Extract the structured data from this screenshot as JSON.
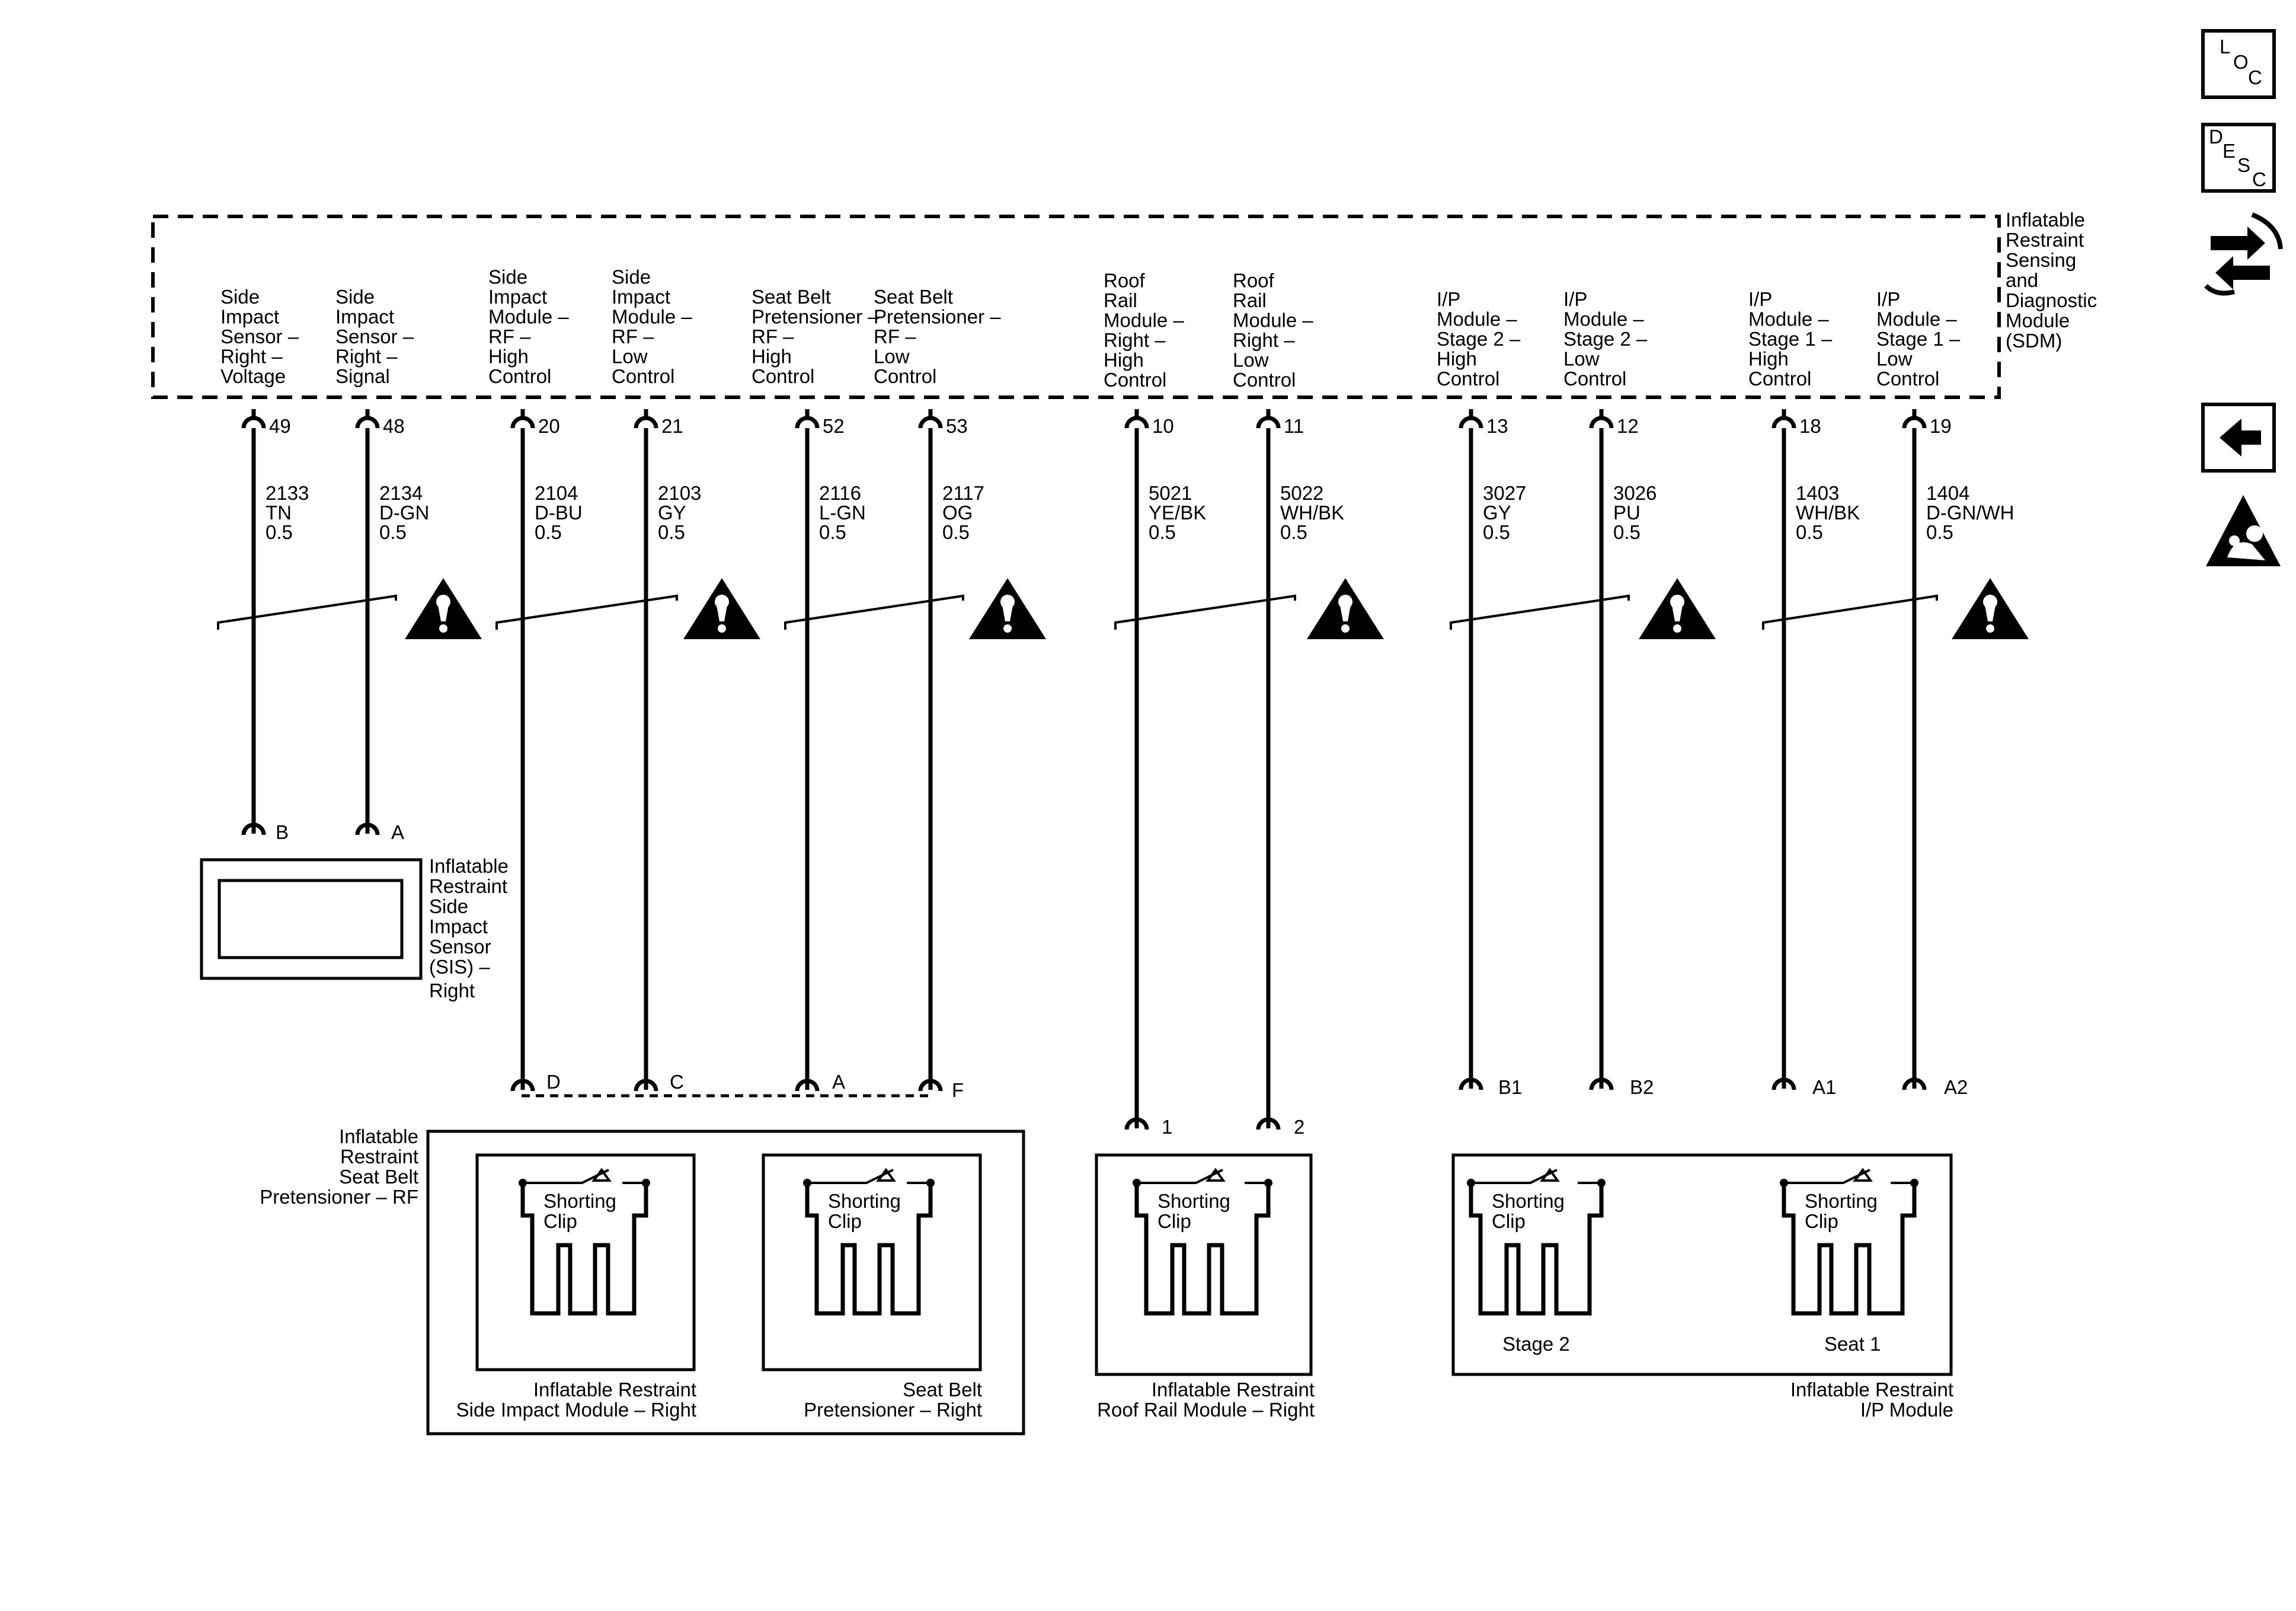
{
  "sdm": {
    "name_lines": [
      "Inflatable",
      "Restraint",
      "Sensing",
      "and",
      "Diagnostic",
      "Module",
      "(SDM)"
    ],
    "pins": [
      {
        "label": [
          "Side",
          "Impact",
          "Sensor –",
          "Right –",
          "Voltage"
        ],
        "pin": "49",
        "circuit": "2133",
        "color": "TN",
        "gauge": "0.5"
      },
      {
        "label": [
          "Side",
          "Impact",
          "Sensor –",
          "Right –",
          "Signal"
        ],
        "pin": "48",
        "circuit": "2134",
        "color": "D-GN",
        "gauge": "0.5"
      },
      {
        "label": [
          "Side",
          "Impact",
          "Module –",
          "RF –",
          "High",
          "Control"
        ],
        "pin": "20",
        "circuit": "2104",
        "color": "D-BU",
        "gauge": "0.5"
      },
      {
        "label": [
          "Side",
          "Impact",
          "Module –",
          "RF –",
          "Low",
          "Control"
        ],
        "pin": "21",
        "circuit": "2103",
        "color": "GY",
        "gauge": "0.5"
      },
      {
        "label": [
          "Seat Belt",
          "Pretensioner –",
          "RF –",
          "High",
          "Control"
        ],
        "pin": "52",
        "circuit": "2116",
        "color": "L-GN",
        "gauge": "0.5"
      },
      {
        "label": [
          "Seat Belt",
          "Pretensioner –",
          "RF –",
          "Low",
          "Control"
        ],
        "pin": "53",
        "circuit": "2117",
        "color": "OG",
        "gauge": "0.5"
      },
      {
        "label": [
          "Roof",
          "Rail",
          "Module –",
          "Right –",
          "High",
          "Control"
        ],
        "pin": "10",
        "circuit": "5021",
        "color": "YE/BK",
        "gauge": "0.5"
      },
      {
        "label": [
          "Roof",
          "Rail",
          "Module –",
          "Right –",
          "Low",
          "Control"
        ],
        "pin": "11",
        "circuit": "5022",
        "color": "WH/BK",
        "gauge": "0.5"
      },
      {
        "label": [
          "I/P",
          "Module –",
          "Stage 2 –",
          "High",
          "Control"
        ],
        "pin": "13",
        "circuit": "3027",
        "color": "GY",
        "gauge": "0.5"
      },
      {
        "label": [
          "I/P",
          "Module –",
          "Stage 2 –",
          "Low",
          "Control"
        ],
        "pin": "12",
        "circuit": "3026",
        "color": "PU",
        "gauge": "0.5"
      },
      {
        "label": [
          "I/P",
          "Module –",
          "Stage 1 –",
          "High",
          "Control"
        ],
        "pin": "18",
        "circuit": "1403",
        "color": "WH/BK",
        "gauge": "0.5"
      },
      {
        "label": [
          "I/P",
          "Module –",
          "Stage 1 –",
          "Low",
          "Control"
        ],
        "pin": "19",
        "circuit": "1404",
        "color": "D-GN/WH",
        "gauge": "0.5"
      }
    ]
  },
  "side_impact_sensor": {
    "name_lines": [
      "Inflatable",
      "Restraint",
      "Side",
      "Impact",
      "Sensor",
      "(SIS) –",
      "Right"
    ],
    "pins": [
      "B",
      "A"
    ]
  },
  "pretensioner_connector": {
    "name_lines": [
      "Inflatable",
      "Restraint",
      "Seat Belt",
      "Pretensioner – RF"
    ],
    "pins": [
      "D",
      "C",
      "A",
      "F"
    ]
  },
  "side_impact_module": {
    "name_lines": [
      "Inflatable Restraint",
      "Side Impact Module – Right"
    ]
  },
  "seat_belt_pretensioner": {
    "name_lines": [
      "Seat Belt",
      "Pretensioner – Right"
    ]
  },
  "roof_rail_module": {
    "name_lines": [
      "Inflatable Restraint",
      "Roof Rail Module – Right"
    ],
    "pins": [
      "1",
      "2"
    ]
  },
  "ip_module": {
    "name_lines": [
      "Inflatable Restraint",
      "I/P Module"
    ],
    "pins": [
      "B1",
      "B2",
      "A1",
      "A2"
    ],
    "stage2_label": "Stage 2",
    "seat1_label": "Seat 1"
  },
  "shorting_clip": {
    "lines": [
      "Shorting",
      "Clip"
    ]
  },
  "nav": {
    "loc_letters": [
      "L",
      "O",
      "C"
    ],
    "desc_letters": [
      "D",
      "E",
      "S",
      "C"
    ],
    "icons": [
      "connector-swap-icon",
      "back-arrow-icon",
      "airbag-warning-icon"
    ]
  }
}
